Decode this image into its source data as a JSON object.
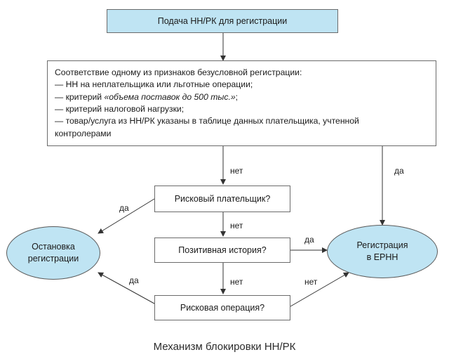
{
  "top_box": {
    "text": "Подача НН/РК для регистрации"
  },
  "criteria_box": {
    "heading": "Соответствие одному из признаков безусловной регистрации:",
    "item_1": "— НН на неплательщика или льготные операции;",
    "item_2_prefix": "— критерий ",
    "item_2_italic": "«объема поставок до 500 тыс.»",
    "item_2_suffix": ";",
    "item_3": "— критерий налоговой нагрузки;",
    "item_4_line_1": "— товар/услуга из НН/РК указаны в таблице данных плательщика, учтенной",
    "item_4_line_2": "контролерами"
  },
  "decisions": {
    "risky_payer": "Рисковый плательщик?",
    "positive_history": "Позитивная история?",
    "risky_operation": "Рисковая операция?"
  },
  "outcomes": {
    "stop_line_1": "Остановка",
    "stop_line_2": "регистрации",
    "register_line_1": "Регистрация",
    "register_line_2": "в ЕРНН"
  },
  "edge_labels": {
    "criteria_no": "нет",
    "criteria_yes": "да",
    "risky_payer_yes": "да",
    "risky_payer_no": "нет",
    "positive_history_yes": "да",
    "positive_history_no": "нет",
    "risky_operation_yes": "да",
    "risky_operation_no": "нет"
  },
  "caption": "Механизм блокировки НН/РК",
  "colors": {
    "box_fill": "#bfe4f3",
    "line": "#333333"
  }
}
